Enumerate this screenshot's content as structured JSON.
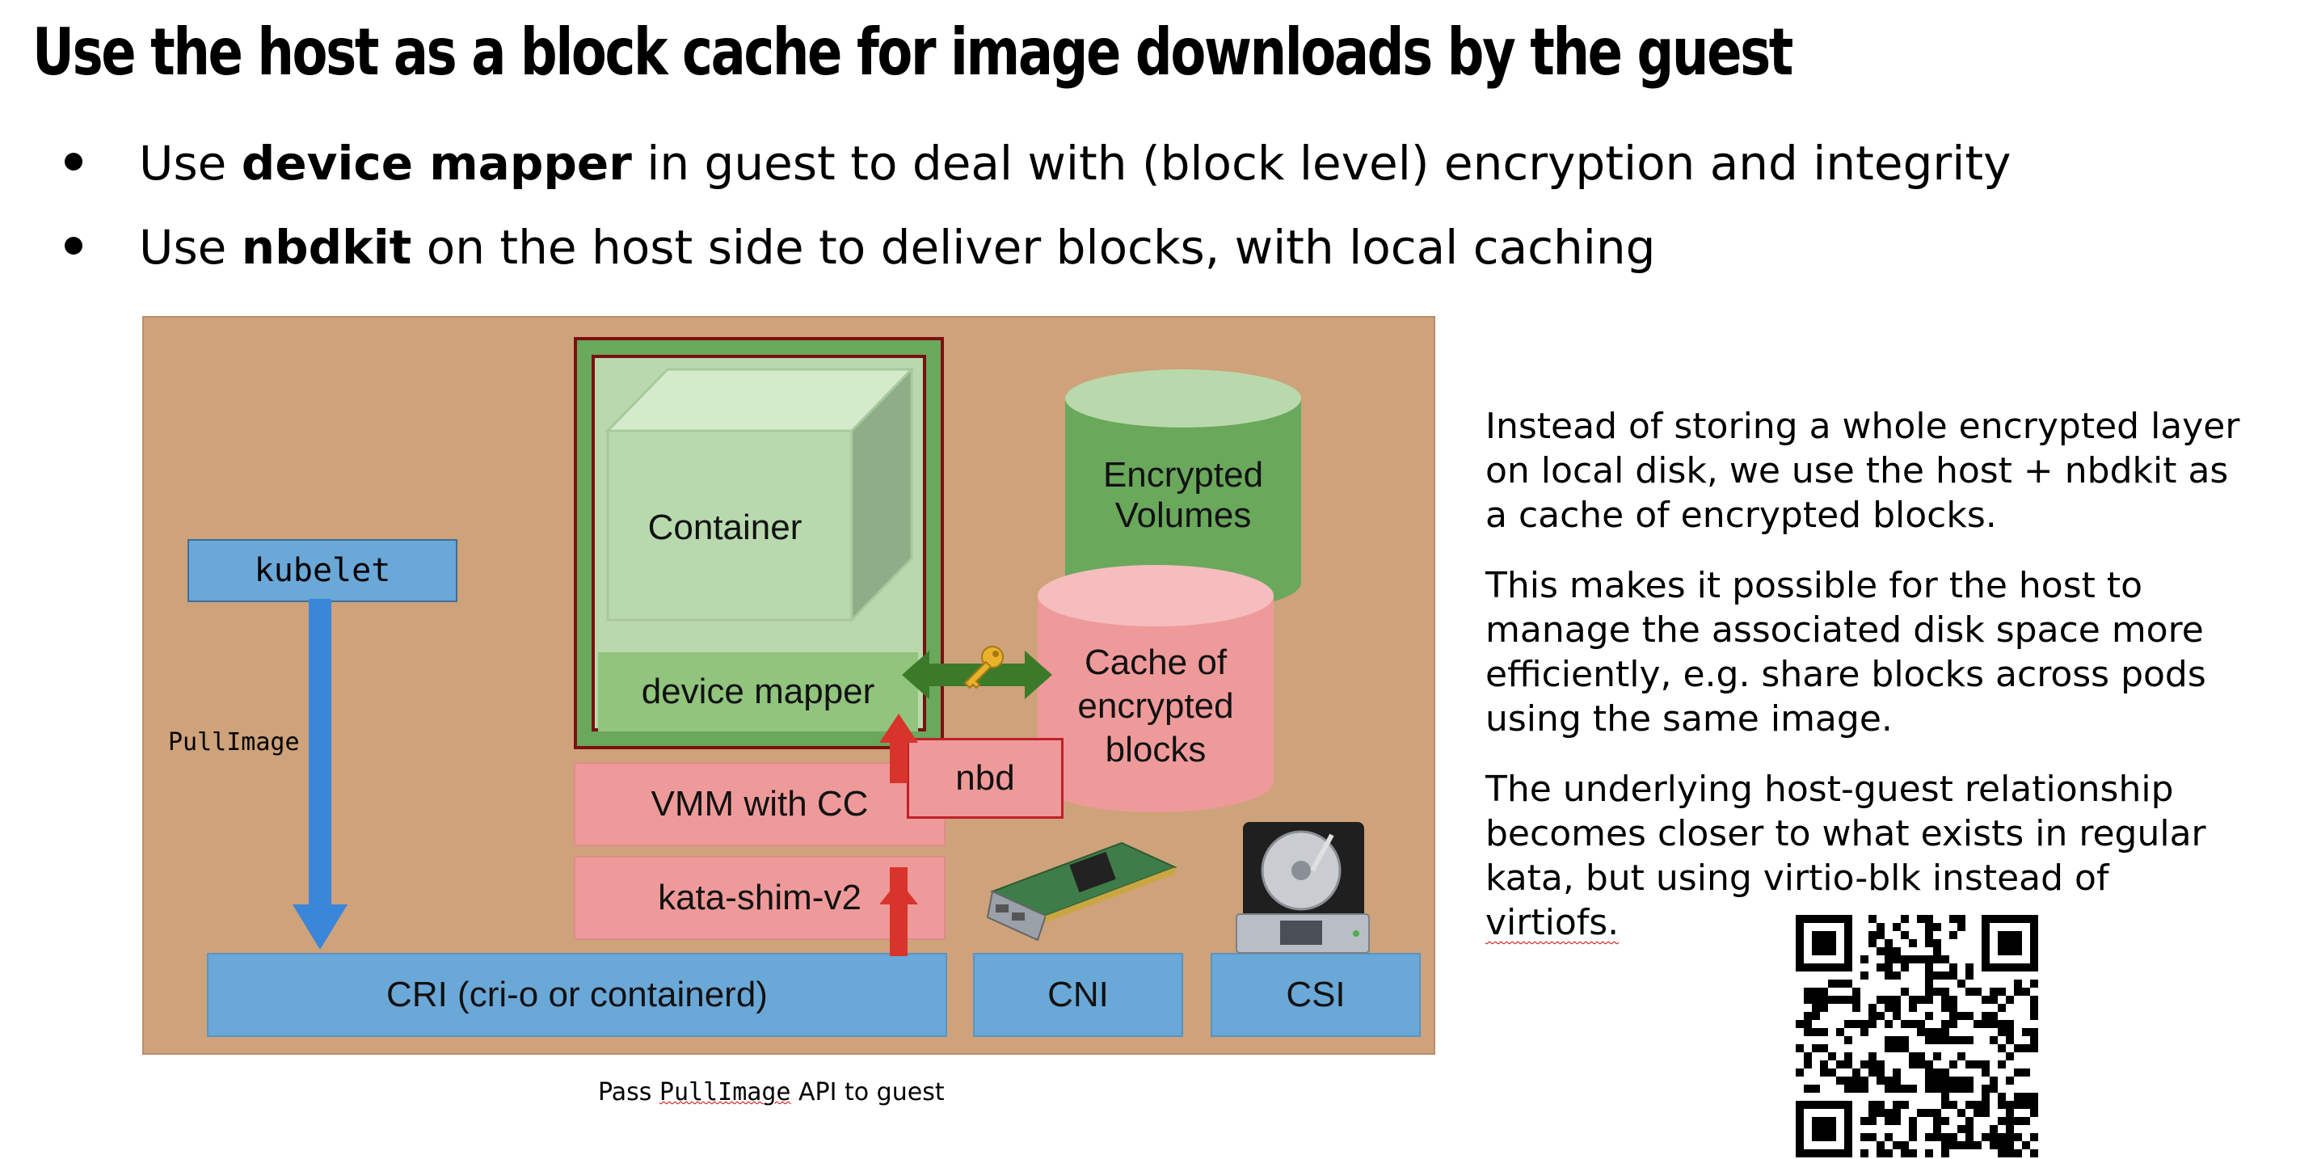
{
  "slide": {
    "title": "Use the host as a block cache for image downloads by the guest",
    "bullets": [
      {
        "pre": "Use ",
        "bold": "device mapper",
        "post": " in guest to deal with (block level) encryption and integrity"
      },
      {
        "pre": "Use ",
        "bold": "nbdkit",
        "post": " on the host side to deliver blocks, with local caching"
      }
    ],
    "paragraphs": [
      "Instead of storing a whole encrypted layer on local disk, we use the host + nbdkit as a cache of encrypted blocks.",
      "This makes it possible for the host to manage the associated disk space more efficiently, e.g. share blocks across pods using the same image.",
      "The underlying host-guest relationship becomes closer to what exists in regular kata, but using virtio-blk instead of "
    ],
    "para3_tail": "virtiofs.",
    "caption_pre": "Pass ",
    "caption_code": "PullImage",
    "caption_post": " API to guest"
  },
  "diagram": {
    "kubelet": "kubelet",
    "pullimage": "PullImage",
    "container": "Container",
    "device_mapper": "device mapper",
    "encrypted_volumes_1": "Encrypted",
    "encrypted_volumes_2": "Volumes",
    "cache_1": "Cache of",
    "cache_2": "encrypted",
    "cache_3": "blocks",
    "nbd": "nbd",
    "vmm": "VMM with CC",
    "kata_shim": "kata-shim-v2",
    "cri": "CRI (cri-o or containerd)",
    "cni": "CNI",
    "csi": "CSI",
    "icons": [
      "key-icon",
      "network-card-icon",
      "hard-disk-icon",
      "qr-code"
    ],
    "colors": {
      "background": "#cea27a",
      "blue_box": "#6aa8d8",
      "pink_box": "#ef9a9a",
      "green_frame": "#6aa85c",
      "dark_red_border": "#7a1010",
      "arrow_blue": "#3a86d9",
      "arrow_red": "#d9342b",
      "arrow_green": "#3c7a2a"
    }
  }
}
